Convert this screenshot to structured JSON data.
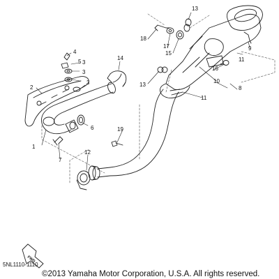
{
  "diagram": {
    "callouts": [
      "1",
      "2",
      "3",
      "3",
      "3",
      "4",
      "5",
      "6",
      "7",
      "8",
      "9",
      "10",
      "11",
      "11",
      "12",
      "13",
      "13",
      "14",
      "15",
      "16",
      "17",
      "18",
      "19"
    ],
    "fwd_label": "FWD",
    "part_code": "5NL1110-1110",
    "copyright": "©2013 Yamaha Motor Corporation, U.S.A. All rights reserved."
  }
}
